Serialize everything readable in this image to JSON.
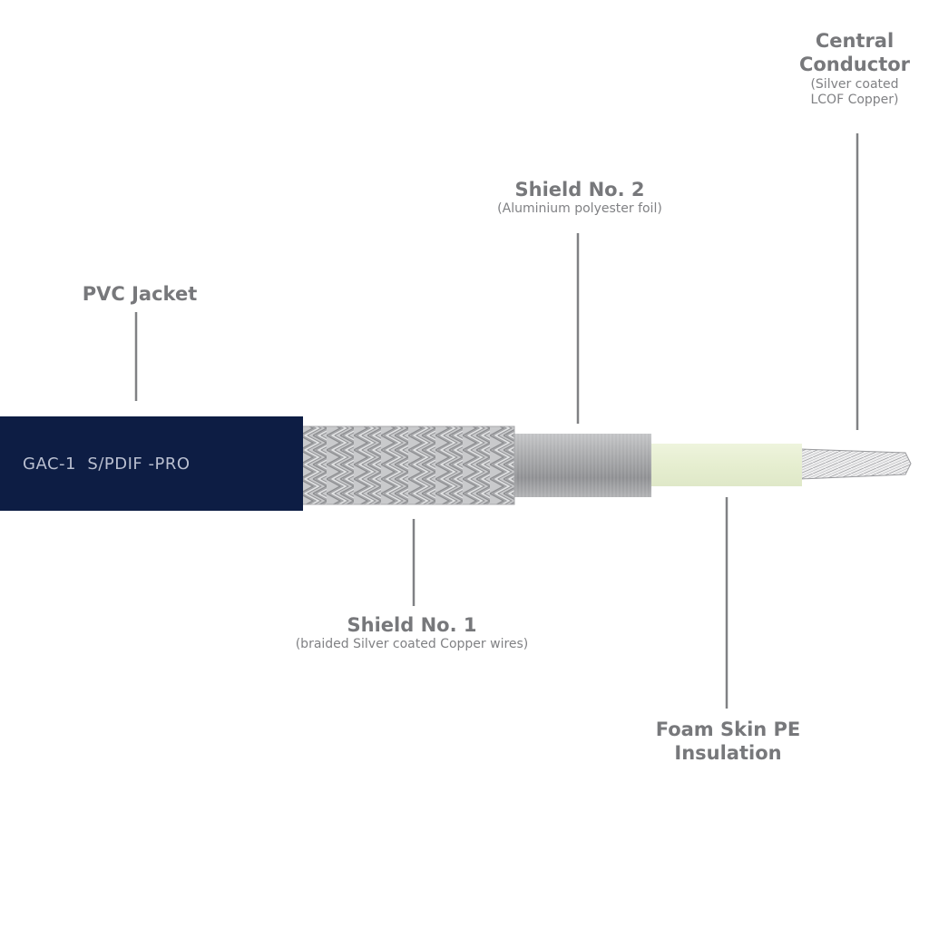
{
  "cable": {
    "jacket_print": "GAC-1  S/PDIF -PRO"
  },
  "labels": {
    "pvc_jacket": {
      "title": "PVC Jacket"
    },
    "shield1": {
      "title": "Shield No. 1",
      "sub": "(braided Silver coated Copper wires)"
    },
    "shield2": {
      "title": "Shield No. 2",
      "sub": "(Aluminium polyester foil)"
    },
    "foam": {
      "title_line1": "Foam Skin PE",
      "title_line2": "Insulation"
    },
    "conductor": {
      "title_line1": "Central",
      "title_line2": "Conductor",
      "sub_line1": "(Silver coated",
      "sub_line2": "LCOF Copper)"
    }
  },
  "colors": {
    "jacket": "#0d1d44",
    "jacket_text": "#b9bfd0",
    "braid": "#b8b9bb",
    "foil": "#a3a4a6",
    "insulation": "#eaf1d6",
    "conductor": "#e8e8e8",
    "leader": "#808184",
    "label_text": "#77787b"
  }
}
